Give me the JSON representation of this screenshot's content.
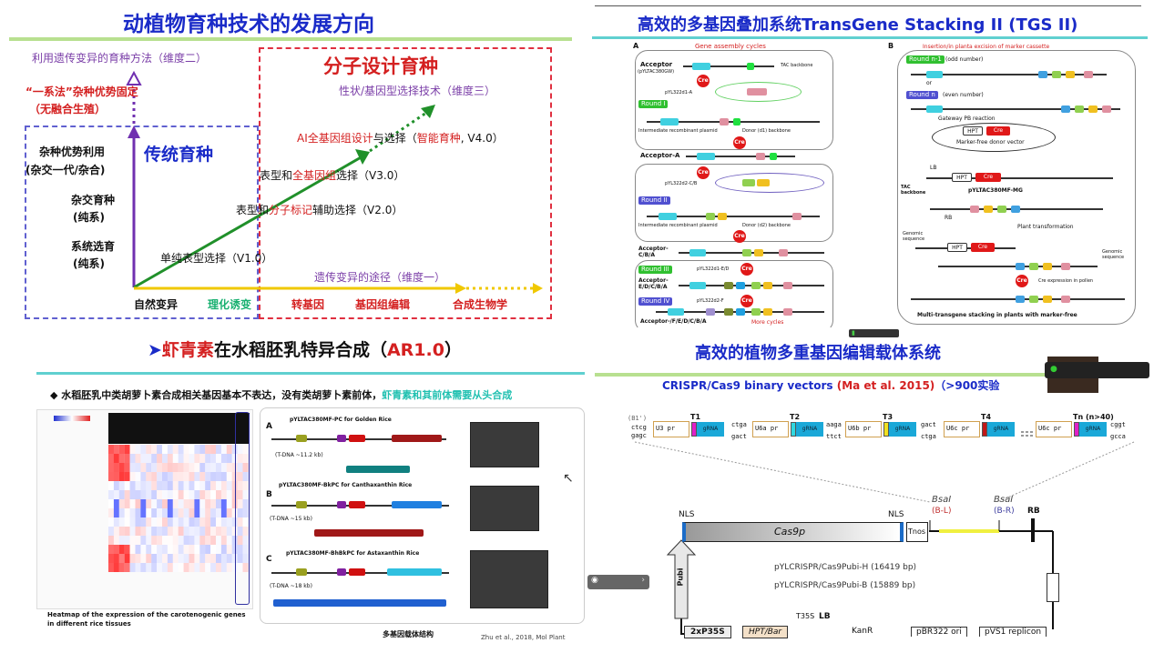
{
  "slide1": {
    "title": "动植物育种技术的发展方向",
    "dim2": "利用遗传变异的育种方法（维度二）",
    "molecular": "分子设计育种",
    "apomixis1": "“一系法”杂种优势固定",
    "apomixis2": "（无融合生殖）",
    "dim3": "性状/基因型选择技术（维度三）",
    "v4_red": "AI全基因组设计",
    "v4_mid": "与选择（",
    "v4_red2": "智能育种",
    "v4_end": ", V4.0）",
    "hybrid1": "杂种优势利用",
    "hybrid2": "(杂交一代/杂合)",
    "traditional": "传统育种",
    "v3_a": "表型和",
    "v3_red": "全基因组",
    "v3_b": "选择（V3.0）",
    "cross1": "杂交育种",
    "cross2": "(纯系)",
    "v2_a": "表型和",
    "v2_red": "分子标记",
    "v2_b": "辅助选择（V2.0）",
    "pure1": "系统选育",
    "pure2": "(纯系)",
    "v1": "单纯表型选择（V1.0）",
    "dim1": "遗传变异的途径（维度一）",
    "axis": [
      "自然变异",
      "理化诱变",
      "转基因",
      "基因组编辑",
      "合成生物学"
    ]
  },
  "slide2": {
    "title": "高效的多基因叠加系统TransGene Stacking II (TGS II)",
    "panelA": {
      "letter": "A",
      "heading": "Gene assembly cycles",
      "acceptor": "Acceptor",
      "acceptor_sub": "(pYLTAC380GW)",
      "tac": "TAC backbone",
      "round1": "Round I",
      "p1": "pYL322d1-A",
      "inter1": "Intermediate recombinant plasmid",
      "donor1": "Donor (d1) backbone",
      "accA": "Acceptor-A",
      "p2": "pYL322d2-C/B",
      "round2": "Round II",
      "inter2": "Intermediate recombinant plasmid",
      "donor2": "Donor (d2) backbone",
      "accCBA": "Acceptor-C/B/A",
      "round3": "Round III",
      "p3": "pYL322d1-E/D",
      "accEDCBA": "Acceptor-E/D/C/B/A",
      "round4": "Round IV",
      "p4": "pYL322d2-F",
      "accF": "Acceptor-/F/E/D/C/B/A",
      "more": "More cycles",
      "cre": "Cre"
    },
    "panelB": {
      "letter": "B",
      "heading": "Insertion/in planta excision of marker cassette",
      "roundn1": "Round n-1",
      "odd": "(odd number)",
      "or": "or",
      "roundn": "Round n",
      "even": "(even number)",
      "gateway": "Gateway PB reaction",
      "markerfree": "Marker-free donor vector",
      "hpt": "HPT",
      "cre": "Cre",
      "vector": "pYLTAC380MF-MG",
      "tac": "TAC backbone",
      "rb": "RB",
      "lb": "LB",
      "plant": "Plant transformation",
      "genomic": "Genomic sequence",
      "pollen": "Cre expression in pollen",
      "final": "Multi-transgene stacking in plants with marker-free"
    }
  },
  "slide3": {
    "title_red": "虾青素",
    "title_rest": "在水稻胚乳特异合成（",
    "title_code": "AR1.0",
    "title_close": "）",
    "bullet_black": "水稻胚乳中类胡萝卜素合成相关基因基本不表达，没有类胡萝卜素前体，",
    "bullet_cyan": "虾青素和其前体需要从头合成",
    "heatmap_caption1": "Heatmap of the expression of the carotenogenic genes",
    "heatmap_caption2": "in different rice tissues",
    "constructA": "pYLTAC380MF-PC for Golden Rice",
    "tdnaA": "(T-DNA ~11.2 kb)",
    "constructB": "pYLTAC380MF-BkPC for Canthaxanthin Rice",
    "tdnaB": "(T-DNA ~15 kb)",
    "constructC": "pYLTAC380MF-BhBkPC for Astaxanthin Rice",
    "tdnaC": "(T-DNA ~18 kb)",
    "labels": [
      "A",
      "B",
      "C"
    ],
    "caption": "多基因载体结构",
    "citation": "Zhu et al., 2018, Mol Plant"
  },
  "slide4": {
    "title": "高效的植物多重基因编辑载体系统",
    "sub_blue": "CRISPR/Cas9 binary vectors ",
    "sub_red": "(Ma et al. 2015)",
    "sub_tail": "（>900实验",
    "cassettes": [
      {
        "t": "T1",
        "pr": "U3 pr",
        "color": "#e020c8"
      },
      {
        "t": "T2",
        "pr": "U6a pr",
        "color": "#30d8e0"
      },
      {
        "t": "T3",
        "pr": "U6b pr",
        "color": "#f0e020"
      },
      {
        "t": "T4",
        "pr": "U6c pr",
        "color": "#c01818"
      },
      {
        "t": "Tn (n>40)",
        "pr": "U6c pr",
        "color": "#e020c8"
      }
    ],
    "grna": "gRNA",
    "seqs": [
      "(B1')",
      "ctcg",
      "gagc",
      "ctga",
      "gact",
      "aaga",
      "ttct",
      "gact",
      "ctga",
      "cggt",
      "gcca"
    ],
    "bsal": "BsaI",
    "bl": "(B-L)",
    "br": "(B-R)",
    "rb": "RB",
    "nls": "NLS",
    "cas9": "Cas9p",
    "tnos": "Tnos",
    "vecH": "pYLCRISPR/Cas9Pubi-H (16419 bp)",
    "vecB": "pYLCRISPR/Cas9Pubi-B (15889 bp)",
    "pubi": "Pubi",
    "p35": "2xP35S",
    "hpt": "HPT/Bar",
    "t35": "T35S",
    "lb": "LB",
    "kan": "KanR",
    "ori": "pBR322 ori",
    "pvs": "pVS1 replicon"
  }
}
